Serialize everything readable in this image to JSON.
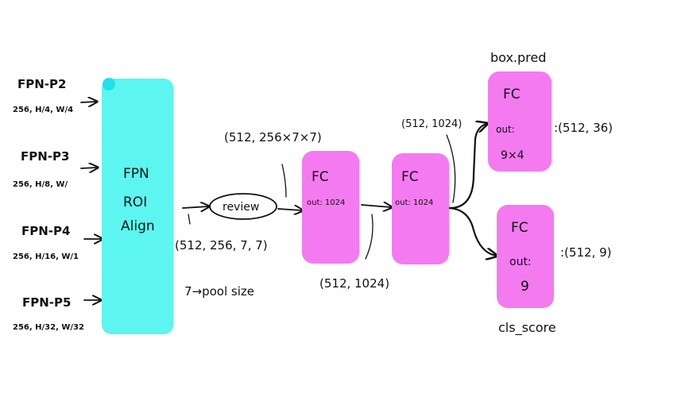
{
  "colors": {
    "roi_box": "#5cf5f0",
    "roi_dot": "#22e0e6",
    "fc_box": "#f47af0",
    "ink": "#111111"
  },
  "inputs": [
    {
      "name": "FPN-P2",
      "shape": "256, H/4, W/4"
    },
    {
      "name": "FPN-P3",
      "shape": "256, H/8, W/"
    },
    {
      "name": "FPN-P4",
      "shape": "256, H/16, W/1"
    },
    {
      "name": "FPN-P5",
      "shape": "256, H/32, W/32"
    }
  ],
  "roi_align": {
    "line1": "FPN",
    "line2": "ROI",
    "line3": "Align"
  },
  "roi_output": "(512, 256, 7, 7)",
  "pool_note": "7→pool size",
  "review_label": "review",
  "review_output": "(512, 256×7×7)",
  "fc1": {
    "title": "FC",
    "out": "out: 1024"
  },
  "fc2": {
    "title": "FC",
    "out": "out: 1024"
  },
  "fc1_output": "(512, 1024)",
  "fc2_output": "(512, 1024)",
  "box_pred": {
    "head_label": "box.pred",
    "title": "FC",
    "out_label": "out:",
    "out_value": "9×4",
    "output": ":(512, 36)"
  },
  "cls_score": {
    "head_label": "cls_score",
    "title": "FC",
    "out_label": "out:",
    "out_value": "9",
    "output": ":(512, 9)"
  }
}
